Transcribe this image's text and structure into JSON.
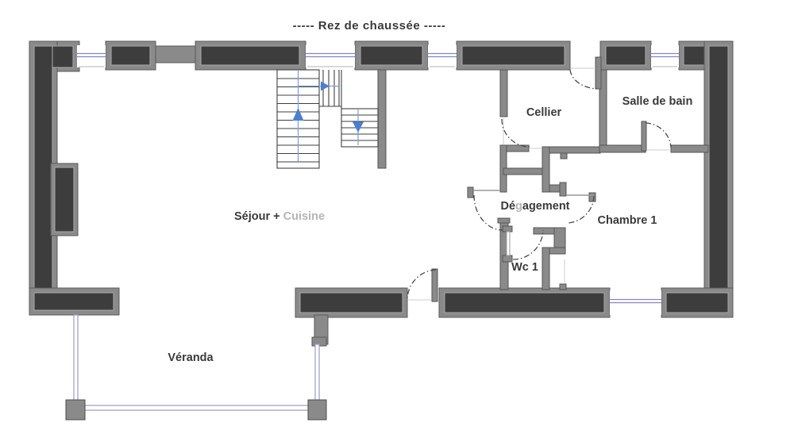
{
  "title": "-----  Rez de chaussée  -----",
  "rooms": {
    "cellier": {
      "label": "Cellier"
    },
    "salle_de_bain": {
      "label": "Salle de bain"
    },
    "sejour": {
      "label_dark": "Séjour + ",
      "label_light": "Cuisine"
    },
    "degagement": {
      "part1": "Dé",
      "part2": "g",
      "part3": "agement"
    },
    "chambre1": {
      "label": "Chambre 1"
    },
    "wc1": {
      "label": "Wc 1"
    },
    "veranda": {
      "label": "Véranda"
    }
  },
  "icons": {
    "stairs_up_arrow": "arrow-up",
    "stairs_turn_arrow": "arrow-right",
    "stairs_down_arrow": "arrow-down"
  },
  "colors": {
    "wall_gray": "#8a8a8a",
    "wall_dark_fill": "#3d3d3d",
    "window_blue": "#8585c0",
    "veranda_blue": "#9b9bc8",
    "stair_arrow_blue": "#4a7fd0",
    "stair_guide_blue": "#7d9fd6",
    "door_arc_gray": "#4a4a4a",
    "label_dark": "#3a3a3a",
    "label_light": "#b5b5b5",
    "background": "#ffffff"
  }
}
